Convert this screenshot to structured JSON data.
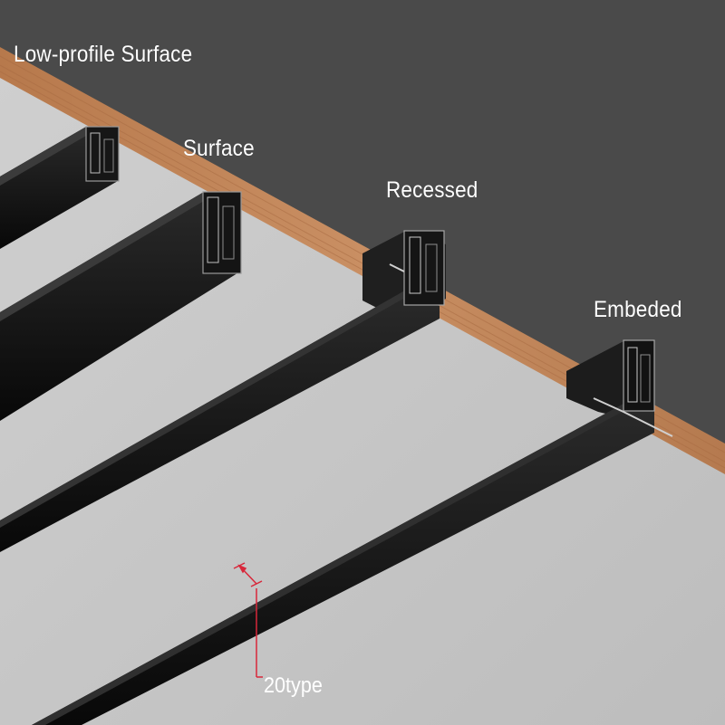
{
  "labels": {
    "low_profile_surface": "Low-profile Surface",
    "surface": "Surface",
    "recessed": "Recessed",
    "embeded": "Embeded"
  },
  "dimension": {
    "label": "20type"
  },
  "colors": {
    "ceiling_dark": "#4a4a4a",
    "wall_light": "#c6c6c6",
    "wood_edge": "#c0865a",
    "rail_black": "#121212",
    "dimension_red": "#d8273a"
  }
}
